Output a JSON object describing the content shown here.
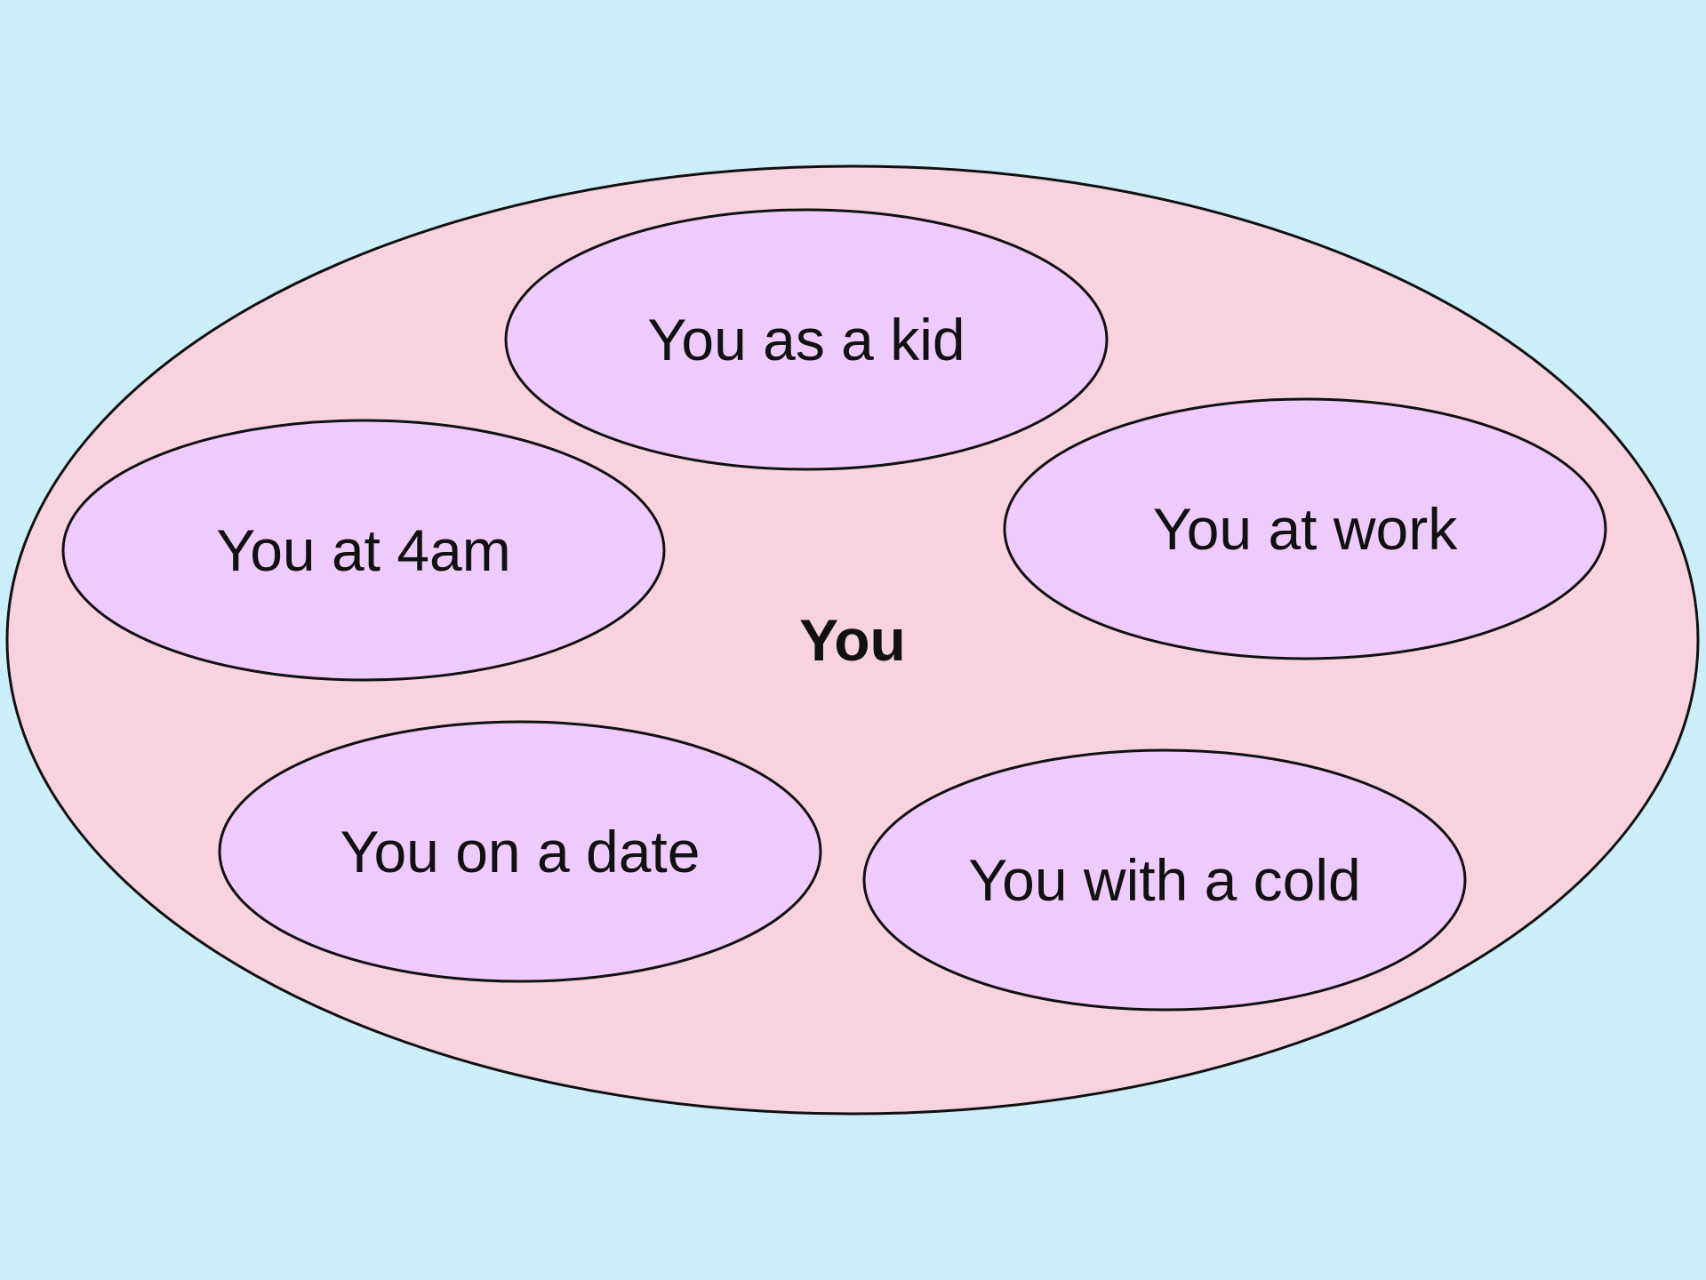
{
  "colors": {
    "background": "#cbeef9",
    "outer_fill": "#f8d3df",
    "inner_fill": "#efcafd",
    "stroke": "#111111",
    "text": "#111111"
  },
  "outer": {
    "label": "You"
  },
  "inner": [
    {
      "label": "You as a kid"
    },
    {
      "label": "You at 4am"
    },
    {
      "label": "You at work"
    },
    {
      "label": "You on a date"
    },
    {
      "label": "You with a cold"
    }
  ]
}
